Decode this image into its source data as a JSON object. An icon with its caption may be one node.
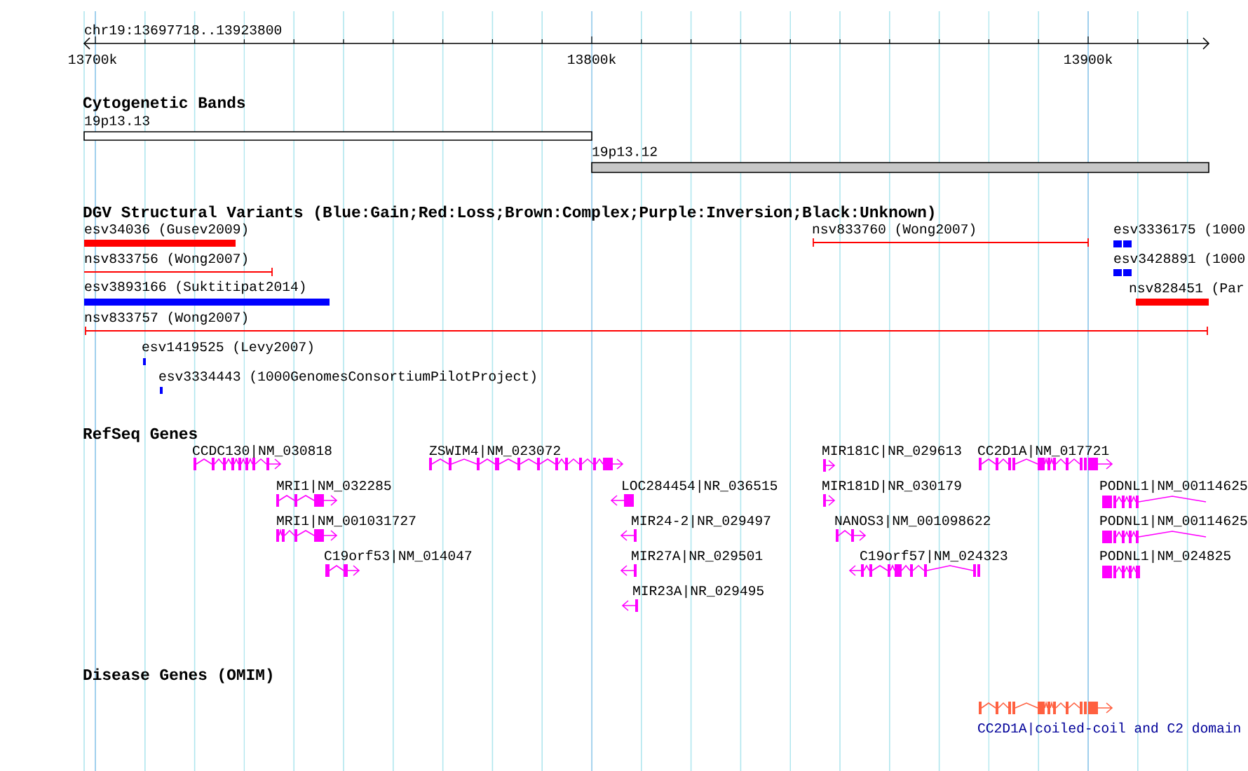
{
  "diagram": {
    "labels": [
      "chr19:13697718..13923800",
      "13700k",
      "13800k",
      "13900k",
      "Cytogenetic Bands",
      "19p13.13",
      "19p13.12",
      "DGV Structural Variants (Blue:Gain;Red:Loss;Brown:Complex;Purple:Inversion;Black:Unknown)",
      "esv34036 (Gusev2009)",
      "nsv833760 (Wong2007)",
      "esv3336175 (1000",
      "nsv833756 (Wong2007)",
      "esv3428891 (1000",
      "esv3893166 (Suktitipat2014)",
      "nsv828451 (Par",
      "nsv833757 (Wong2007)",
      "esv1419525 (Levy2007)",
      "esv3334443 (1000GenomesConsortiumPilotProject)",
      "RefSeq Genes",
      "CCDC130|NM_030818",
      "ZSWIM4|NM_023072",
      "MIR181C|NR_029613",
      "CC2D1A|NM_017721",
      "MRI1|NM_032285",
      "LOC284454|NR_036515",
      "MIR181D|NR_030179",
      "PODNL1|NM_00114625",
      "MRI1|NM_001031727",
      "MIR24-2|NR_029497",
      "NANOS3|NM_001098622",
      "PODNL1|NM_00114625",
      "C19orf53|NM_014047",
      "MIR27A|NR_029501",
      "C19orf57|NM_024323",
      "PODNL1|NM_024825",
      "MIR23A|NR_029495",
      "Disease Genes (OMIM)",
      "CC2D1A|coiled-coil and C2 domain"
    ]
  }
}
